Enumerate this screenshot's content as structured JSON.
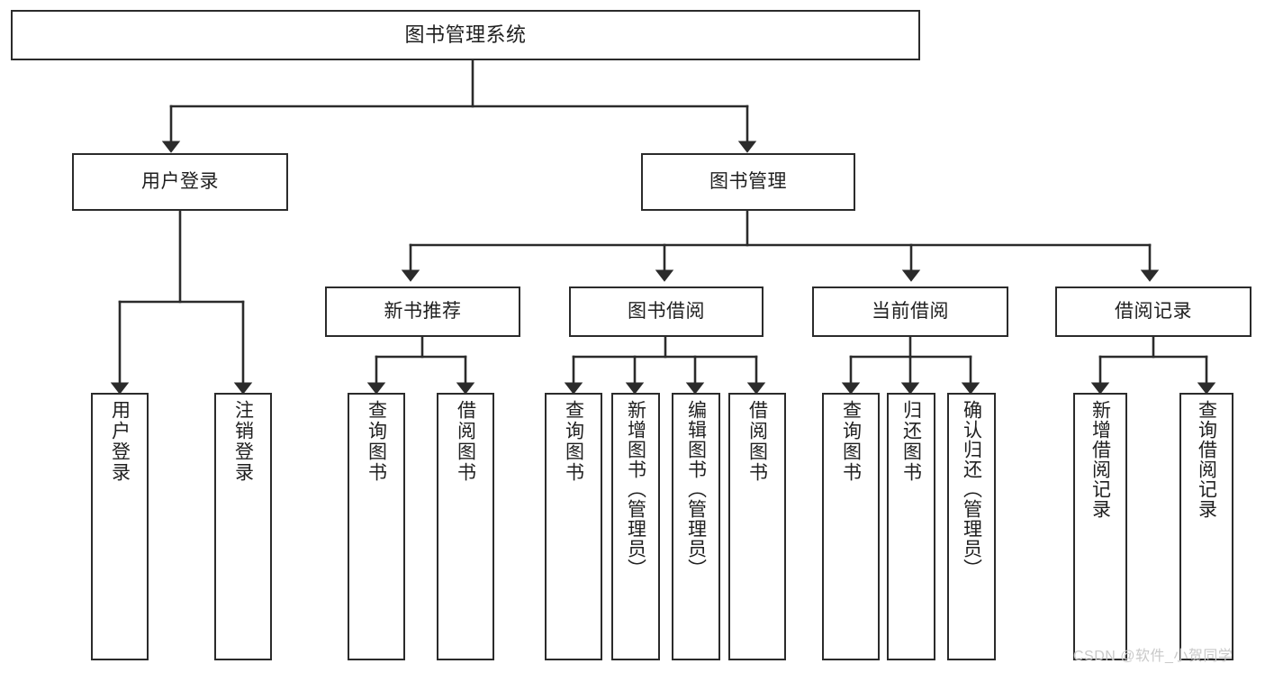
{
  "diagram": {
    "title": "图书管理系统",
    "type": "tree",
    "watermark": "CSDN @软件_小贺同学",
    "colors": {
      "box_border": "#2b2b2b",
      "box_fill": "#ffffff",
      "connector": "#2b2b2b",
      "text": "#1f1f1f",
      "watermark": "#c9c9c9",
      "background": "#ffffff"
    },
    "root": {
      "label": "图书管理系统",
      "orientation": "horizontal"
    },
    "level1": [
      {
        "label": "用户登录",
        "orientation": "horizontal"
      },
      {
        "label": "图书管理",
        "orientation": "horizontal"
      }
    ],
    "level2": [
      {
        "label": "新书推荐",
        "orientation": "horizontal",
        "parent": "图书管理"
      },
      {
        "label": "图书借阅",
        "orientation": "horizontal",
        "parent": "图书管理"
      },
      {
        "label": "当前借阅",
        "orientation": "horizontal",
        "parent": "图书管理"
      },
      {
        "label": "借阅记录",
        "orientation": "horizontal",
        "parent": "图书管理"
      }
    ],
    "leaves": [
      {
        "label": "用户登录",
        "orientation": "vertical",
        "parent": "用户登录"
      },
      {
        "label": "注销登录",
        "orientation": "vertical",
        "parent": "用户登录"
      },
      {
        "label": "查询图书",
        "orientation": "vertical",
        "parent": "新书推荐"
      },
      {
        "label": "借阅图书",
        "orientation": "vertical",
        "parent": "新书推荐"
      },
      {
        "label": "查询图书",
        "orientation": "vertical",
        "parent": "图书借阅"
      },
      {
        "label": "新增图书（管理员）",
        "orientation": "vertical",
        "parent": "图书借阅"
      },
      {
        "label": "编辑图书（管理员）",
        "orientation": "vertical",
        "parent": "图书借阅"
      },
      {
        "label": "借阅图书",
        "orientation": "vertical",
        "parent": "图书借阅"
      },
      {
        "label": "查询图书",
        "orientation": "vertical",
        "parent": "当前借阅"
      },
      {
        "label": "归还图书",
        "orientation": "vertical",
        "parent": "当前借阅"
      },
      {
        "label": "确认归还（管理员）",
        "orientation": "vertical",
        "parent": "当前借阅"
      },
      {
        "label": "新增借阅记录",
        "orientation": "vertical",
        "parent": "借阅记录"
      },
      {
        "label": "查询借阅记录",
        "orientation": "vertical",
        "parent": "借阅记录"
      }
    ]
  }
}
